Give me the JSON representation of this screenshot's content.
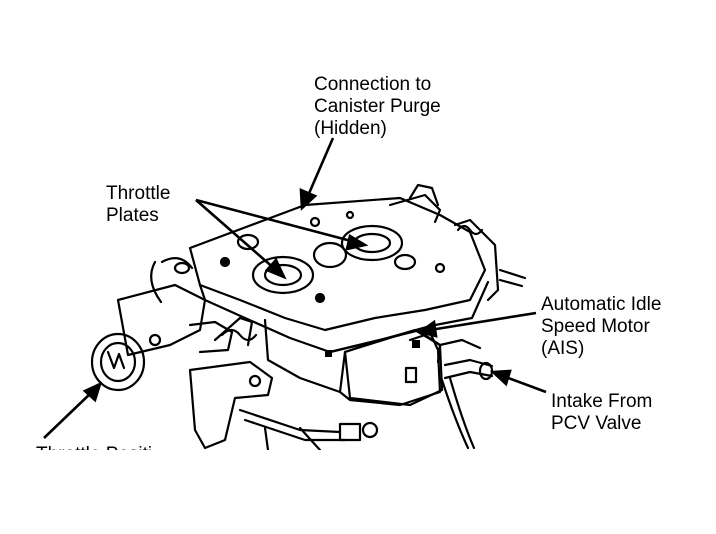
{
  "labels": {
    "canister": [
      "Connection to",
      "Canister Purge",
      "(Hidden)"
    ],
    "throttle_plates": [
      "Throttle",
      "Plates"
    ],
    "ais": [
      "Automatic Idle",
      "Speed Motor",
      "(AIS)"
    ],
    "pcv": [
      "Intake From",
      "PCV Valve"
    ],
    "throttle_position": "Throttle Positi"
  },
  "colors": {
    "ink": "#000000",
    "paper": "#ffffff"
  }
}
